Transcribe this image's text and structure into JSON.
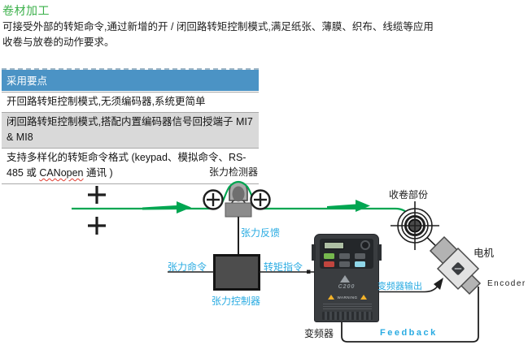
{
  "page": {
    "title": "卷材加工",
    "intro_lines": [
      "可接受外部的转矩命令,通过新增的开 / 闭回路转矩控制模式,满足纸张、薄膜、织布、线缆等应用",
      "收卷与放卷的动作要求。"
    ]
  },
  "key_points": {
    "header": "采用要点",
    "rows": [
      {
        "text": "开回路转矩控制模式,无须编码器,系统更简单"
      },
      {
        "text": "闭回路转矩控制模式,搭配内置编码器信号回授端子 MI7 & MI8"
      },
      {
        "pre": "支持多样化的转矩命令格式 (keypad、模拟命令、RS-485 或 ",
        "misspelled": "CANopen",
        "post": " 通讯 )"
      }
    ]
  },
  "diagram": {
    "tension_detector": "张力检测器",
    "winding_section": "收卷部份",
    "tension_feedback": "张力反馈",
    "tension_command": "张力命令",
    "torque_command": "转矩指令",
    "tension_controller": "张力控制器",
    "inverter_output": "变频器输出",
    "inverter": "变频器",
    "motor": "电机",
    "encoder": "Encoder",
    "feedback": "Feedback",
    "inverter_model": "C200",
    "inverter_warning": "WARNING"
  },
  "colors": {
    "title_green": "#3bb04a",
    "web_green": "#00a651",
    "header_blue": "#4b93c5",
    "label_cyan": "#29abe2",
    "alt_row_gray": "#d9d9d9",
    "line_black": "#1f1f1f"
  }
}
